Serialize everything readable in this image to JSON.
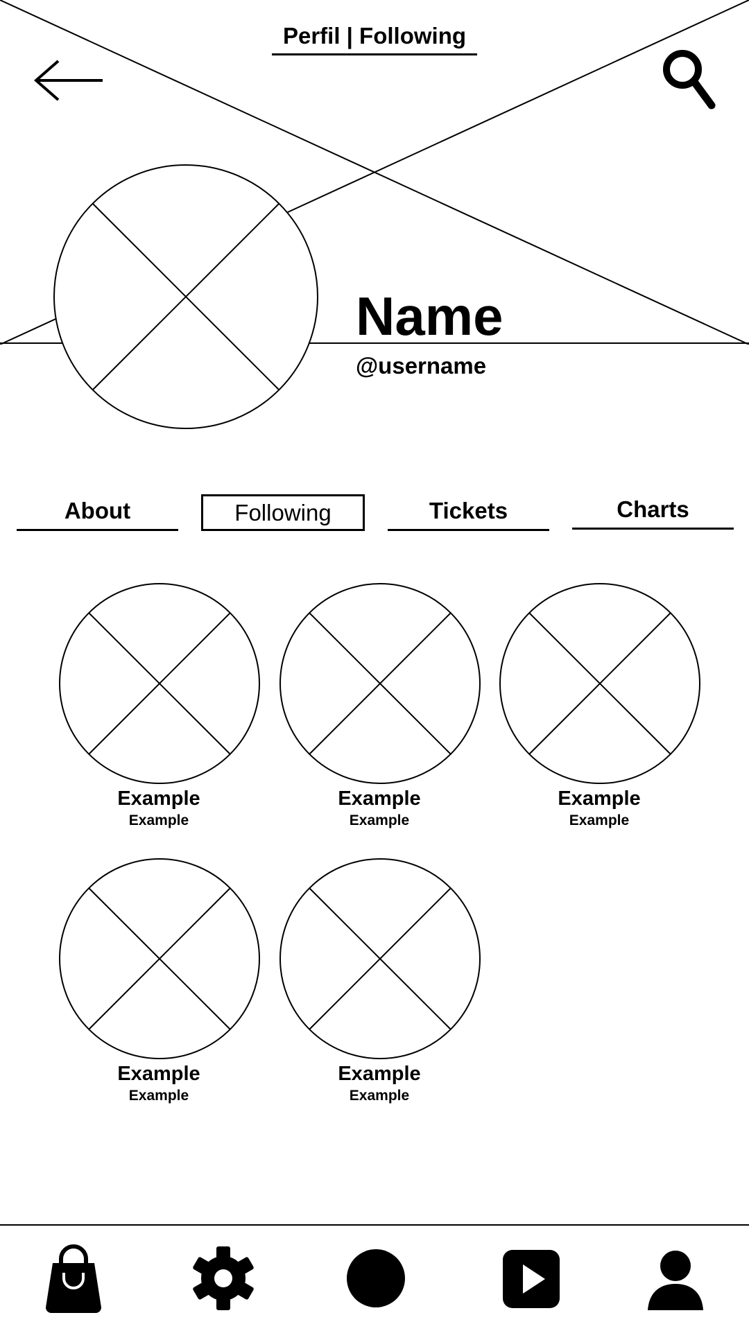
{
  "header": {
    "title": "Perfil | Following",
    "back_icon": "back-arrow-icon",
    "search_icon": "search-icon"
  },
  "profile": {
    "name": "Name",
    "username": "@username"
  },
  "tabs": [
    {
      "label": "About",
      "active": false
    },
    {
      "label": "Following",
      "active": true
    },
    {
      "label": "Tickets",
      "active": false
    },
    {
      "label": "Charts",
      "active": false
    }
  ],
  "following": [
    {
      "title": "Example",
      "subtitle": "Example"
    },
    {
      "title": "Example",
      "subtitle": "Example"
    },
    {
      "title": "Example",
      "subtitle": "Example"
    },
    {
      "title": "Example",
      "subtitle": "Example"
    },
    {
      "title": "Example",
      "subtitle": "Example"
    }
  ],
  "bottom_nav": [
    {
      "icon": "shopping-bag-icon"
    },
    {
      "icon": "gear-icon"
    },
    {
      "icon": "circle-icon"
    },
    {
      "icon": "play-icon"
    },
    {
      "icon": "user-icon"
    }
  ]
}
